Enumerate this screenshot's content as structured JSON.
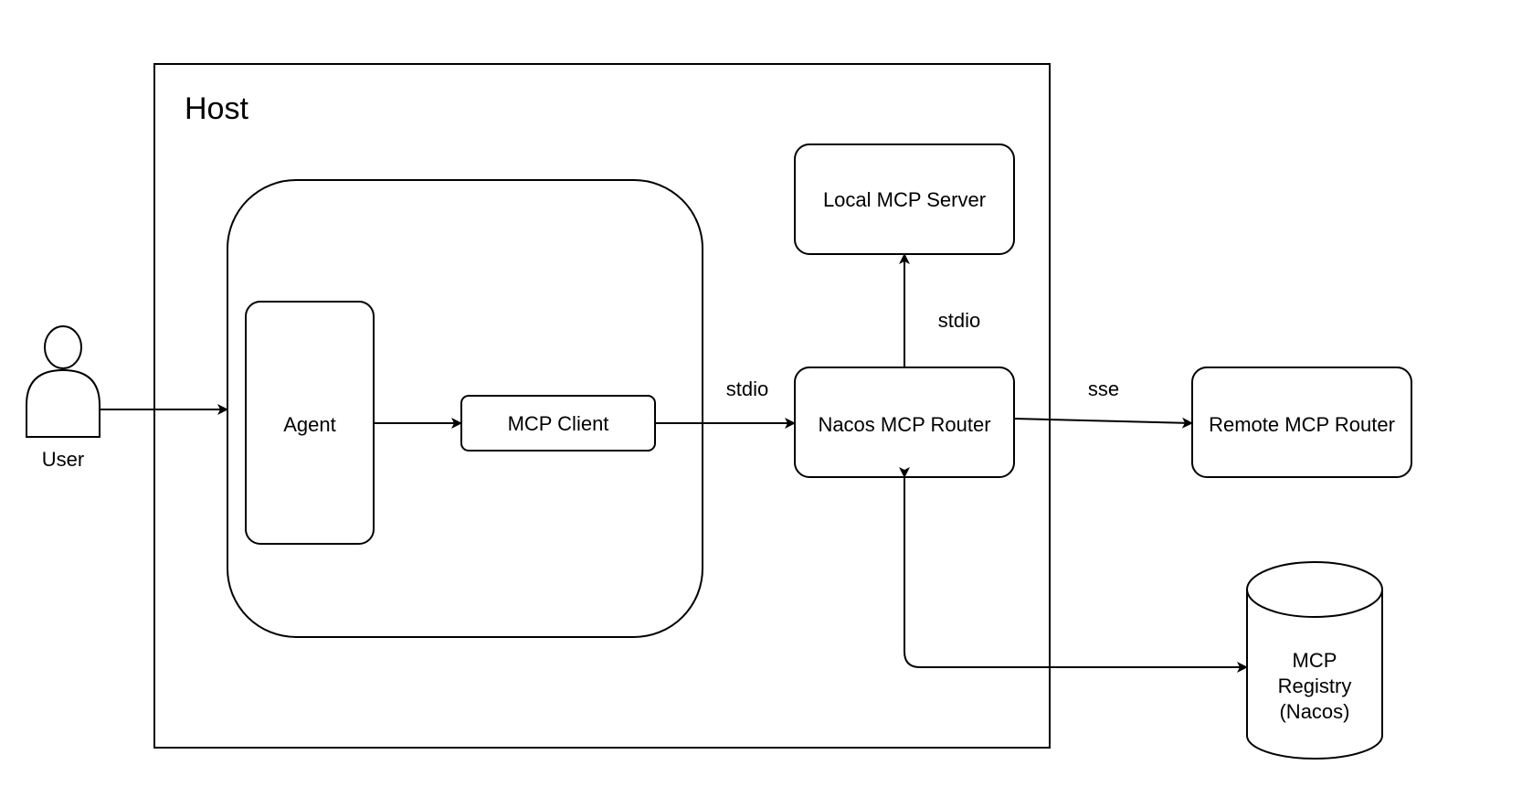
{
  "diagram": {
    "host_label": "Host",
    "user_label": "User",
    "agent_label": "Agent",
    "mcp_client_label": "MCP Client",
    "nacos_router_label": "Nacos MCP Router",
    "local_server_label": "Local MCP Server",
    "remote_router_label": "Remote MCP Router",
    "registry_label": [
      "MCP",
      "Registry",
      "(Nacos)"
    ],
    "edge_labels": {
      "client_to_router": "stdio",
      "router_to_local": "stdio",
      "router_to_remote": "sse"
    }
  }
}
